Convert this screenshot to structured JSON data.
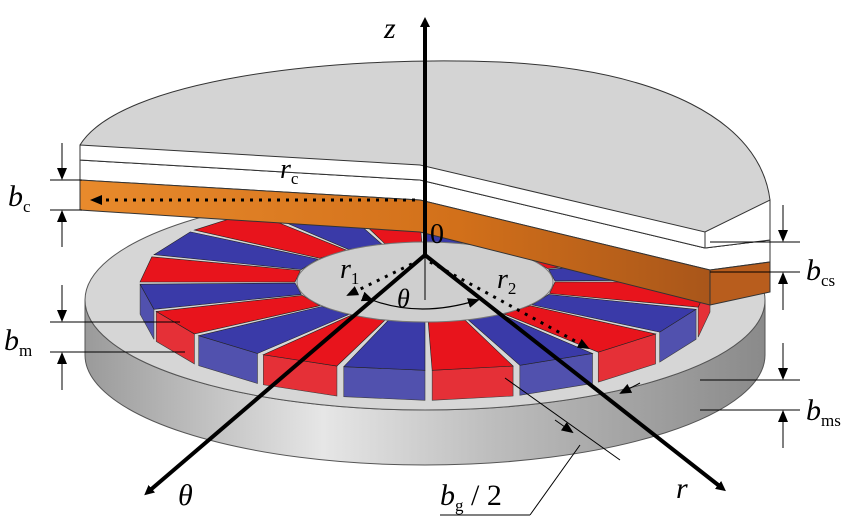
{
  "labels": {
    "z": "z",
    "r": "r",
    "theta": "θ",
    "theta_inner": "θ",
    "origin": "0",
    "r1": {
      "main": "r",
      "sub": "1"
    },
    "r2": {
      "main": "r",
      "sub": "2"
    },
    "rc": {
      "main": "r",
      "sub": "c"
    },
    "bc": {
      "main": "b",
      "sub": "c"
    },
    "bcs": {
      "main": "b",
      "sub": "cs"
    },
    "bm": {
      "main": "b",
      "sub": "m"
    },
    "bms": {
      "main": "b",
      "sub": "ms"
    },
    "bg": {
      "main": "b",
      "sub": "g",
      "suffix": " / 2"
    }
  },
  "colors": {
    "magnet_red": "#e8141c",
    "magnet_blue": "#3a3aa8",
    "coil_orange": "#e07b1e",
    "steel_gray": "#d4d4d4",
    "white_layer": "#ffffff"
  },
  "magnet_ring": {
    "pole_count": 20,
    "pattern": [
      "red",
      "blue"
    ]
  }
}
